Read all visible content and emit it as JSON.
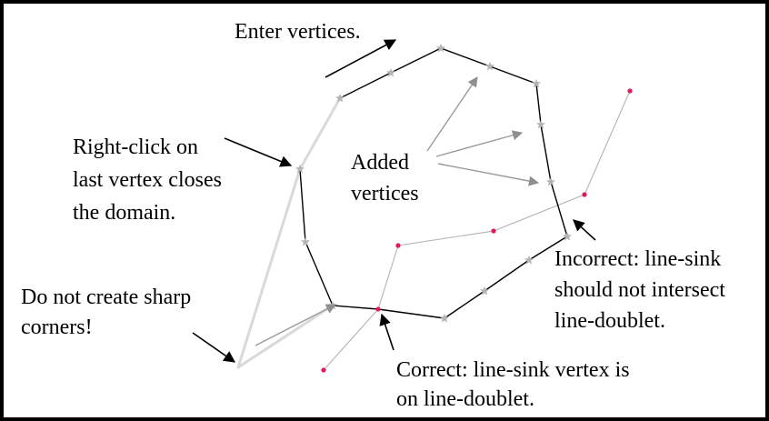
{
  "annotations": {
    "enter_vertices": "Enter vertices.",
    "right_click": [
      "Right-click on",
      "last vertex closes",
      "the domain."
    ],
    "added_vertices": [
      "Added",
      "vertices"
    ],
    "sharp_corners": [
      "Do not create sharp",
      "corners!"
    ],
    "incorrect": [
      "Incorrect: line-sink",
      "should not intersect",
      "line-doublet."
    ],
    "correct": [
      "Correct: line-sink vertex is",
      "on line-doublet."
    ]
  },
  "colors": {
    "frame": "#000000",
    "domain_edge": "#000000",
    "faded_edge": "#d6d6d6",
    "vertex_marker": "#b0b0b0",
    "line_sink": "#b4b4b4",
    "sink_vertex": "#e0195a",
    "arrow_dark": "#000000",
    "arrow_gray": "#9a9a9a"
  }
}
